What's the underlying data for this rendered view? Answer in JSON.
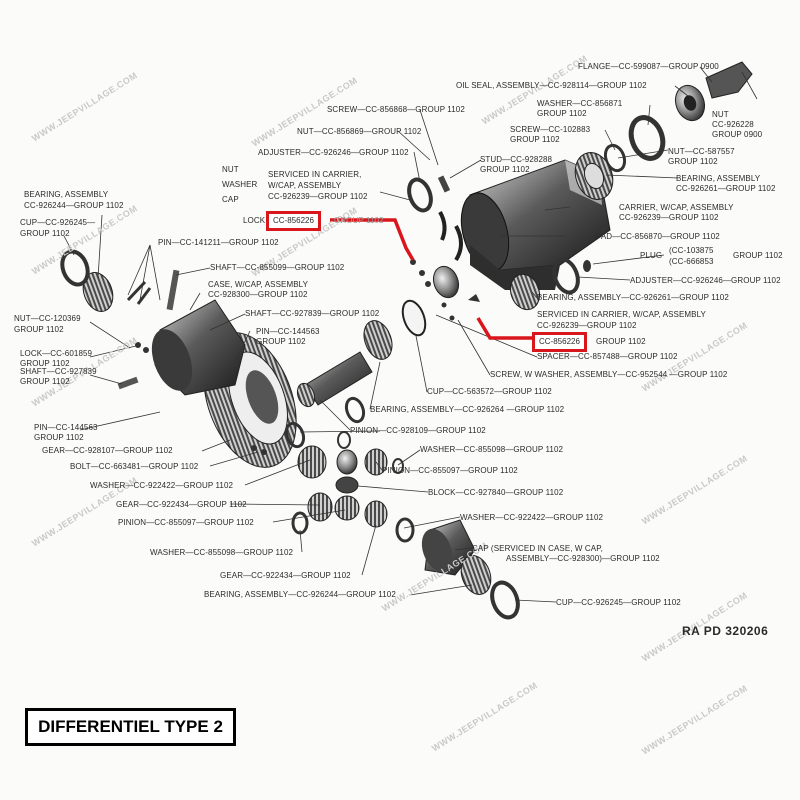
{
  "diagram": {
    "title": "DIFFERENTIEL TYPE 2",
    "figure_code": "RA PD 320206",
    "watermark": "WWW.JEEPVILLAGE.COM",
    "highlight_color": "#d9161c",
    "labels": [
      {
        "id": "flange",
        "text": "FLANGE—CC-599087—GROUP 0900"
      },
      {
        "id": "oil_seal",
        "text": "OIL SEAL, ASSEMBLY—CC-928114—GROUP 1102"
      },
      {
        "id": "washer_856871",
        "text": "WASHER—CC-856871"
      },
      {
        "id": "washer_856871_group",
        "text": "GROUP 1102"
      },
      {
        "id": "nut_926228_1",
        "text": "NUT"
      },
      {
        "id": "nut_926228_2",
        "text": "CC-926228"
      },
      {
        "id": "nut_926228_3",
        "text": "GROUP 0900"
      },
      {
        "id": "screw_856868",
        "text": "SCREW—CC-856868—GROUP 1102"
      },
      {
        "id": "screw_102883",
        "text": "SCREW—CC-102883"
      },
      {
        "id": "screw_102883_group",
        "text": "GROUP 1102"
      },
      {
        "id": "nut_856869",
        "text": "NUT—CC-856869—GROUP 1102"
      },
      {
        "id": "nut_587557",
        "text": "NUT—CC-587557"
      },
      {
        "id": "nut_587557_group",
        "text": "GROUP 1102"
      },
      {
        "id": "adjuster_top",
        "text": "ADJUSTER—CC-926246—GROUP 1102"
      },
      {
        "id": "stud",
        "text": "STUD—CC-928288"
      },
      {
        "id": "stud_group",
        "text": "GROUP 1102"
      },
      {
        "id": "bearing_926261_r1",
        "text": "BEARING, ASSEMBLY"
      },
      {
        "id": "bearing_926261_r2",
        "text": "CC-926261—GROUP 1102"
      },
      {
        "id": "nut_left",
        "text": "NUT"
      },
      {
        "id": "washer_left",
        "text": "WASHER"
      },
      {
        "id": "cap_left",
        "text": "CAP"
      },
      {
        "id": "serviced_1",
        "text": "SERVICED IN CARRIER,"
      },
      {
        "id": "serviced_2",
        "text": "W/CAP, ASSEMBLY"
      },
      {
        "id": "serviced_3",
        "text": "CC-926239—GROUP 1102"
      },
      {
        "id": "carrier_1",
        "text": "CARRIER, W/CAP, ASSEMBLY"
      },
      {
        "id": "carrier_2",
        "text": "CC-926239—GROUP 1102"
      },
      {
        "id": "bearing_926244_1",
        "text": "BEARING, ASSEMBLY"
      },
      {
        "id": "bearing_926244_2",
        "text": "CC-926244—GROUP 1102"
      },
      {
        "id": "lock_label",
        "text": "LOCK"
      },
      {
        "id": "lock_code_top",
        "text": "CC-856226"
      },
      {
        "id": "lock_top_group",
        "text": "GROUP 1102"
      },
      {
        "id": "pad",
        "text": "PAD—CC-856870—GROUP 1102"
      },
      {
        "id": "cup_926245_1",
        "text": "CUP—CC-926245—"
      },
      {
        "id": "cup_926245_2",
        "text": "GROUP 1102"
      },
      {
        "id": "pin_141211",
        "text": "PIN—CC-141211—GROUP 1102"
      },
      {
        "id": "plug_1",
        "text": "PLUG"
      },
      {
        "id": "plug_2",
        "text": "(CC-103875"
      },
      {
        "id": "plug_3",
        "text": "(CC-666853"
      },
      {
        "id": "plug_group",
        "text": "GROUP 1102"
      },
      {
        "id": "shaft_855099",
        "text": "SHAFT—CC-855099—GROUP 1102"
      },
      {
        "id": "adjuster_right",
        "text": "ADJUSTER—CC-926246—GROUP 1102"
      },
      {
        "id": "case_1",
        "text": "CASE, W/CAP, ASSEMBLY"
      },
      {
        "id": "case_2",
        "text": "CC-928300—GROUP 1102"
      },
      {
        "id": "bearing_right",
        "text": "BEARING, ASSEMBLY—CC-926261—GROUP 1102"
      },
      {
        "id": "shaft_927839",
        "text": "SHAFT—CC-927839—GROUP 1102"
      },
      {
        "id": "nut_120369_1",
        "text": "NUT—CC-120369"
      },
      {
        "id": "nut_120369_2",
        "text": "GROUP 1102"
      },
      {
        "id": "serviced_r1",
        "text": "SERVICED IN CARRIER, W/CAP, ASSEMBLY"
      },
      {
        "id": "serviced_r2",
        "text": "CC-926239—GROUP 1102"
      },
      {
        "id": "pin_144563_1",
        "text": "PIN—CC-144563"
      },
      {
        "id": "pin_144563_2",
        "text": "GROUP 1102"
      },
      {
        "id": "lock_code_bottom",
        "text": "CC-856226"
      },
      {
        "id": "lock_bottom_group",
        "text": "GROUP 1102"
      },
      {
        "id": "lock_601859_1",
        "text": "LOCK—CC-601859"
      },
      {
        "id": "lock_601859_2",
        "text": "GROUP 1102"
      },
      {
        "id": "spacer",
        "text": "SPACER—CC-857488—GROUP 1102"
      },
      {
        "id": "shaft_left_1",
        "text": "SHAFT—CC-927839"
      },
      {
        "id": "shaft_left_2",
        "text": "GROUP 1102"
      },
      {
        "id": "screw_washer",
        "text": "SCREW, W WASHER, ASSEMBLY—CC-952544 —GROUP 1102"
      },
      {
        "id": "cup_563572",
        "text": "CUP—CC-563572—GROUP 1102"
      },
      {
        "id": "bearing_926264",
        "text": "BEARING, ASSEMBLY—CC-926264 —GROUP 1102"
      },
      {
        "id": "pin_144563b_1",
        "text": "PIN—CC-144563"
      },
      {
        "id": "pin_144563b_2",
        "text": "GROUP 1102"
      },
      {
        "id": "pinion_928109",
        "text": "PINION—CC-928109—GROUP 1102"
      },
      {
        "id": "gear_928107",
        "text": "GEAR—CC-928107—GROUP 1102"
      },
      {
        "id": "washer_855098_r",
        "text": "WASHER—CC-855098—GROUP 1102"
      },
      {
        "id": "bolt",
        "text": "BOLT—CC-663481—GROUP 1102"
      },
      {
        "id": "pinion_855097_r",
        "text": "PINION—CC-855097—GROUP 1102"
      },
      {
        "id": "washer_922422_l",
        "text": "WASHER—CC-922422—GROUP 1102"
      },
      {
        "id": "block",
        "text": "BLOCK—CC-927840—GROUP 1102"
      },
      {
        "id": "gear_922434_l",
        "text": "GEAR—CC-922434—GROUP 1102"
      },
      {
        "id": "pinion_855097_l",
        "text": "PINION—CC-855097—GROUP 1102"
      },
      {
        "id": "washer_922422_r",
        "text": "WASHER—CC-922422—GROUP 1102"
      },
      {
        "id": "cap_serviced_1",
        "text": "CAP (SERVICED IN CASE, W CAP,"
      },
      {
        "id": "cap_serviced_2",
        "text": "ASSEMBLY—CC-928300)—GROUP 1102"
      },
      {
        "id": "washer_855098_l",
        "text": "WASHER—CC-855098—GROUP 1102"
      },
      {
        "id": "gear_922434_b",
        "text": "GEAR—CC-922434—GROUP 1102"
      },
      {
        "id": "bearing_926244_b",
        "text": "BEARING, ASSEMBLY—CC-926244—GROUP 1102"
      },
      {
        "id": "cup_926245_b",
        "text": "CUP—CC-926245—GROUP 1102"
      }
    ]
  }
}
